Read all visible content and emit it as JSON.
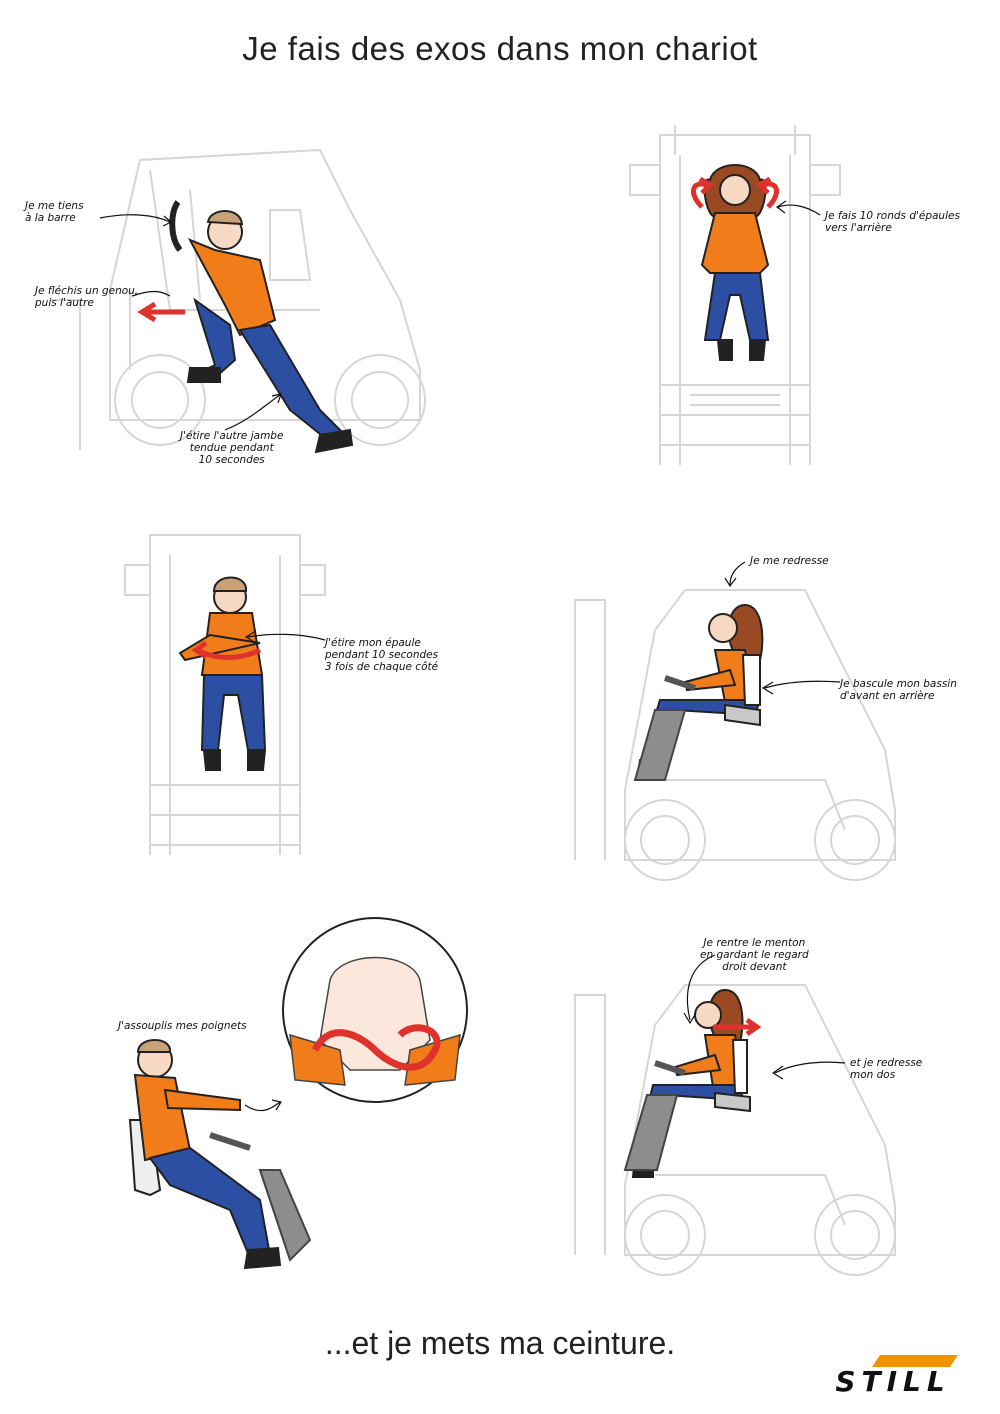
{
  "title": "Je fais des exos dans mon chariot",
  "footer": "...et je mets ma ceinture.",
  "brand": {
    "name": "STILL",
    "accent_color": "#f39200"
  },
  "colors": {
    "shirt": "#f07d1a",
    "pants": "#2d4fa3",
    "arrow": "#e0322c",
    "truck_line": "#d6d6d6",
    "skin": "#f7d9c4",
    "hair_man": "#c9a27a",
    "hair_woman": "#9a4a22"
  },
  "panels": [
    {
      "id": "p1",
      "icon": "forklift-side-man-stretch",
      "notes": [
        "Je me tiens\nà la barre",
        "Je fléchis un genou,\npuis l'autre",
        "J'étire l'autre jambe\ntendue pendant\n10 secondes"
      ]
    },
    {
      "id": "p2",
      "icon": "forklift-front-woman-shoulders",
      "notes": [
        "Je fais 10 ronds d'épaules\nvers l'arrière"
      ]
    },
    {
      "id": "p3",
      "icon": "forklift-front-man-shoulder",
      "notes": [
        "J'étire mon épaule\npendant 10 secondes\n3 fois de chaque côté"
      ]
    },
    {
      "id": "p4",
      "icon": "forklift-side-woman-pelvis",
      "notes": [
        "Je me redresse",
        "Je bascule mon bassin\nd'avant en arrière"
      ]
    },
    {
      "id": "p5",
      "icon": "seated-man-wrists",
      "notes": [
        "J'assouplis mes poignets"
      ]
    },
    {
      "id": "p6",
      "icon": "forklift-side-woman-chin",
      "notes": [
        "Je rentre le menton\nen gardant le regard\ndroit devant",
        "et je redresse\nmon dos"
      ]
    }
  ]
}
